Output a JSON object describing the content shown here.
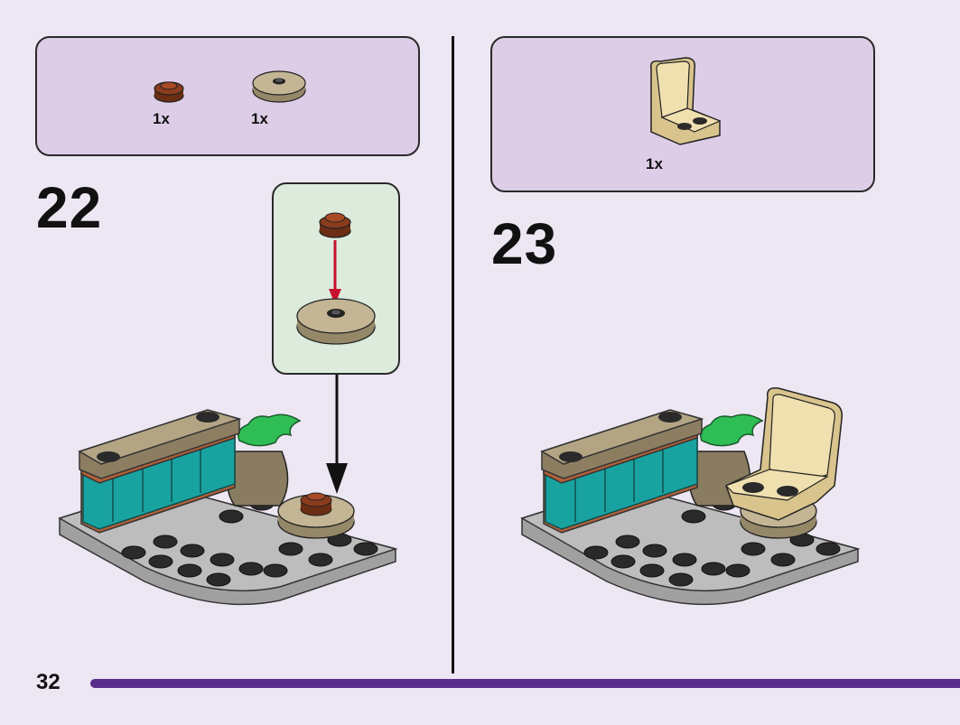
{
  "page": {
    "number": "32"
  },
  "step22": {
    "number": "22",
    "parts": [
      {
        "name": "round-plate-1x1-reddish-brown",
        "qty": "1x"
      },
      {
        "name": "round-tile-2x2-dark-tan",
        "qty": "1x"
      }
    ]
  },
  "step23": {
    "number": "23",
    "parts": [
      {
        "name": "minifig-chair-tan",
        "qty": "1x"
      }
    ]
  },
  "colors": {
    "background": "#ede6f3",
    "parts_box": "#ddcde6",
    "callout": "#dcebdc",
    "progress_bar": "#5a2d8c",
    "arrow_red": "#c8102e"
  }
}
